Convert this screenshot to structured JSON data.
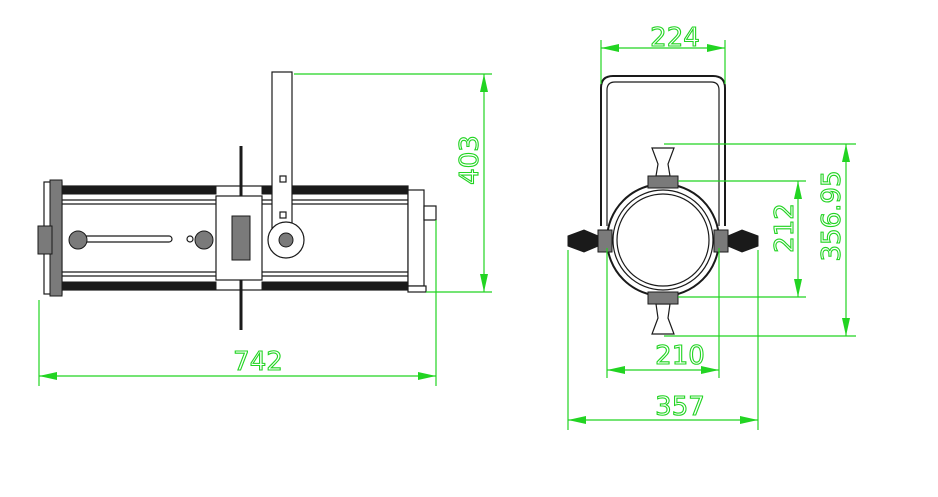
{
  "colors": {
    "dimension": "#22d422",
    "outline": "#1a1a1a",
    "background": "#ffffff"
  },
  "side_view": {
    "length_label": "742",
    "height_label": "403"
  },
  "front_view": {
    "top_width_label": "224",
    "inner_height_label": "212",
    "outer_height_label": "356.95",
    "inner_width_label": "210",
    "outer_width_label": "357"
  }
}
